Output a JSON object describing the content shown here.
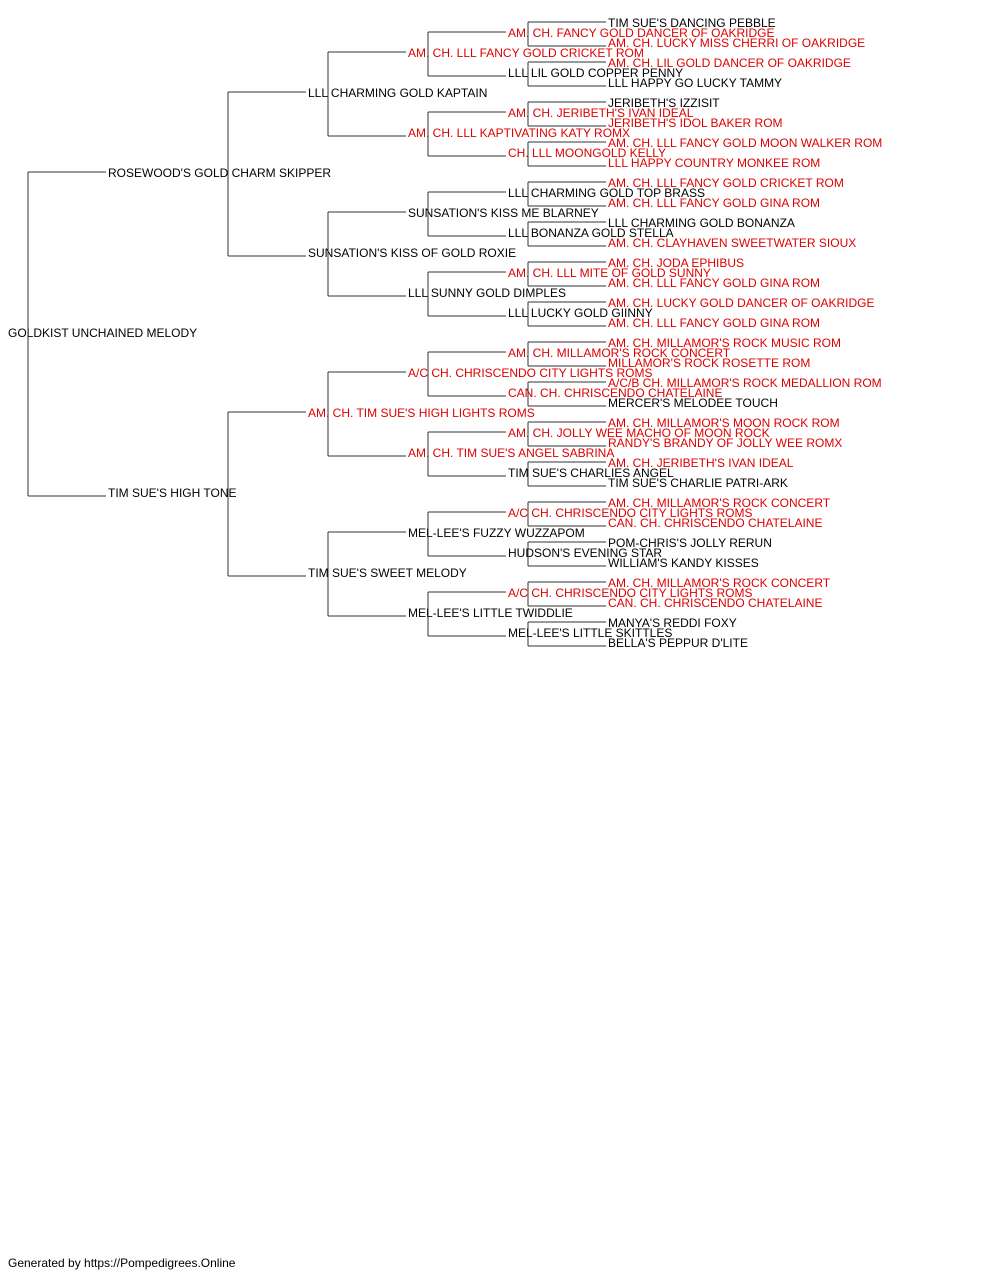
{
  "colors": {
    "champion": "#dd0000",
    "normal": "#000000",
    "line": "#333333"
  },
  "footer": "Generated by https://Pompedigrees.Online",
  "pedigree": {
    "name": "GOLDKIST UNCHAINED MELODY",
    "champion": false,
    "sire": {
      "name": "ROSEWOOD'S GOLD CHARM SKIPPER",
      "champion": false,
      "sire": {
        "name": "LLL CHARMING GOLD KAPTAIN",
        "champion": false,
        "sire": {
          "name": "AM. CH. LLL FANCY GOLD CRICKET ROM",
          "champion": true,
          "sire": {
            "name": "AM. CH. FANCY GOLD DANCER OF OAKRIDGE",
            "champion": true,
            "sire": {
              "name": "TIM SUE'S DANCING PEBBLE",
              "champion": false
            },
            "dam": {
              "name": "AM. CH. LUCKY MISS CHERRI OF OAKRIDGE",
              "champion": true
            }
          },
          "dam": {
            "name": "LLL LIL GOLD COPPER PENNY",
            "champion": false,
            "sire": {
              "name": "AM. CH. LIL GOLD DANCER OF OAKRIDGE",
              "champion": true
            },
            "dam": {
              "name": "LLL HAPPY GO LUCKY TAMMY",
              "champion": false
            }
          }
        },
        "dam": {
          "name": "AM. CH. LLL KAPTIVATING KATY ROMX",
          "champion": true,
          "sire": {
            "name": "AM. CH. JERIBETH'S IVAN IDEAL",
            "champion": true,
            "sire": {
              "name": "JERIBETH'S IZZISIT",
              "champion": false
            },
            "dam": {
              "name": "JERIBETH'S IDOL BAKER ROM",
              "champion": true
            }
          },
          "dam": {
            "name": "CH. LLL MOONGOLD KELLY",
            "champion": true,
            "sire": {
              "name": "AM. CH. LLL FANCY GOLD MOON WALKER ROM",
              "champion": true
            },
            "dam": {
              "name": "LLL HAPPY COUNTRY MONKEE ROM",
              "champion": true
            }
          }
        }
      },
      "dam": {
        "name": "SUNSATION'S KISS OF GOLD ROXIE",
        "champion": false,
        "sire": {
          "name": "SUNSATION'S KISS ME BLARNEY",
          "champion": false,
          "sire": {
            "name": "LLL CHARMING GOLD TOP BRASS",
            "champion": false,
            "sire": {
              "name": "AM. CH. LLL FANCY GOLD CRICKET ROM",
              "champion": true
            },
            "dam": {
              "name": "AM. CH. LLL FANCY GOLD GINA ROM",
              "champion": true
            }
          },
          "dam": {
            "name": "LLL BONANZA GOLD STELLA",
            "champion": false,
            "sire": {
              "name": "LLL CHARMING GOLD BONANZA",
              "champion": false
            },
            "dam": {
              "name": "AM. CH. CLAYHAVEN SWEETWATER SIOUX",
              "champion": true
            }
          }
        },
        "dam": {
          "name": "LLL SUNNY GOLD DIMPLES",
          "champion": false,
          "sire": {
            "name": "AM. CH. LLL MITE OF GOLD SUNNY",
            "champion": true,
            "sire": {
              "name": "AM. CH. JODA EPHIBUS",
              "champion": true
            },
            "dam": {
              "name": "AM. CH. LLL FANCY GOLD GINA ROM",
              "champion": true
            }
          },
          "dam": {
            "name": "LLL LUCKY GOLD GIINNY",
            "champion": false,
            "sire": {
              "name": "AM. CH. LUCKY GOLD DANCER OF OAKRIDGE",
              "champion": true
            },
            "dam": {
              "name": "AM. CH. LLL FANCY GOLD GINA ROM",
              "champion": true
            }
          }
        }
      }
    },
    "dam": {
      "name": "TIM SUE'S HIGH TONE",
      "champion": false,
      "sire": {
        "name": "AM. CH. TIM SUE'S HIGH LIGHTS ROMS",
        "champion": true,
        "sire": {
          "name": "A/C CH. CHRISCENDO CITY LIGHTS ROMS",
          "champion": true,
          "sire": {
            "name": "AM. CH. MILLAMOR'S ROCK CONCERT",
            "champion": true,
            "sire": {
              "name": "AM. CH. MILLAMOR'S ROCK MUSIC ROM",
              "champion": true
            },
            "dam": {
              "name": "MILLAMOR'S ROCK ROSETTE ROM",
              "champion": true
            }
          },
          "dam": {
            "name": "CAN. CH. CHRISCENDO CHATELAINE",
            "champion": true,
            "sire": {
              "name": "A/C/B CH. MILLAMOR'S ROCK MEDALLION ROM",
              "champion": true
            },
            "dam": {
              "name": "MERCER'S MELODEE TOUCH",
              "champion": false
            }
          }
        },
        "dam": {
          "name": "AM. CH. TIM SUE'S ANGEL SABRINA",
          "champion": true,
          "sire": {
            "name": "AM. CH. JOLLY WEE MACHO OF MOON ROCK",
            "champion": true,
            "sire": {
              "name": "AM. CH. MILLAMOR'S MOON ROCK ROM",
              "champion": true
            },
            "dam": {
              "name": "RANDY'S BRANDY OF JOLLY WEE ROMX",
              "champion": true
            }
          },
          "dam": {
            "name": "TIM SUE'S CHARLIES ANGEL",
            "champion": false,
            "sire": {
              "name": "AM. CH. JERIBETH'S IVAN IDEAL",
              "champion": true
            },
            "dam": {
              "name": "TIM SUE'S CHARLIE PATRI-ARK",
              "champion": false
            }
          }
        }
      },
      "dam": {
        "name": "TIM SUE'S SWEET MELODY",
        "champion": false,
        "sire": {
          "name": "MEL-LEE'S FUZZY WUZZAPOM",
          "champion": false,
          "sire": {
            "name": "A/C CH. CHRISCENDO CITY LIGHTS ROMS",
            "champion": true,
            "sire": {
              "name": "AM. CH. MILLAMOR'S ROCK CONCERT",
              "champion": true
            },
            "dam": {
              "name": "CAN. CH. CHRISCENDO CHATELAINE",
              "champion": true
            }
          },
          "dam": {
            "name": "HUDSON'S EVENING STAR",
            "champion": false,
            "sire": {
              "name": "POM-CHRIS'S JOLLY RERUN",
              "champion": false
            },
            "dam": {
              "name": "WILLIAM'S KANDY KISSES",
              "champion": false
            }
          }
        },
        "dam": {
          "name": "MEL-LEE'S LITTLE TWIDDLIE",
          "champion": false,
          "sire": {
            "name": "A/C CH. CHRISCENDO CITY LIGHTS ROMS",
            "champion": true,
            "sire": {
              "name": "AM. CH. MILLAMOR'S ROCK CONCERT",
              "champion": true
            },
            "dam": {
              "name": "CAN. CH. CHRISCENDO CHATELAINE",
              "champion": true
            }
          },
          "dam": {
            "name": "MEL-LEE'S LITTLE SKITTLES",
            "champion": false,
            "sire": {
              "name": "MANYA'S REDDI FOXY",
              "champion": false
            },
            "dam": {
              "name": "BELLA'S PEPPUR D'LITE",
              "champion": false
            }
          }
        }
      }
    }
  }
}
